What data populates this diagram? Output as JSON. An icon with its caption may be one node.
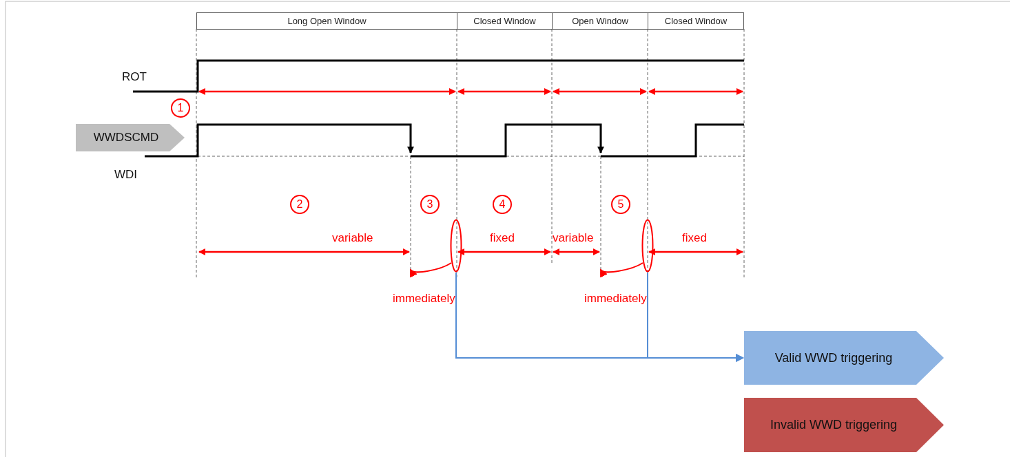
{
  "diagram": {
    "nodes": [
      {
        "text": [
          "WWDSCMD"
        ]
      },
      {
        "text": [
          "Valid WWD triggering"
        ]
      },
      {
        "text": [
          "Invalid WWD triggering"
        ]
      },
      {
        "text": [],
        "shape": "ellipse"
      },
      {
        "text": [],
        "shape": "ellipse"
      }
    ],
    "edges": [
      {
        "from": 3,
        "to": 1,
        "arrow": "to",
        "color": "#558ed5"
      },
      {
        "from": 4,
        "to": 1,
        "arrow": "to",
        "color": "#558ed5"
      },
      {
        "from": 3,
        "to": null,
        "arrow": "to",
        "color": "#ff0000"
      },
      {
        "from": 4,
        "to": null,
        "arrow": "to",
        "color": "#ff0000"
      }
    ],
    "labels": [
      "Long Open Window",
      "Closed Window",
      "Open Window",
      "Closed Window",
      "ROT",
      "1",
      "WDI",
      "2",
      "3",
      "4",
      "5",
      "variable",
      "fixed",
      "variable",
      "fixed",
      "immediately",
      "immediately"
    ]
  }
}
